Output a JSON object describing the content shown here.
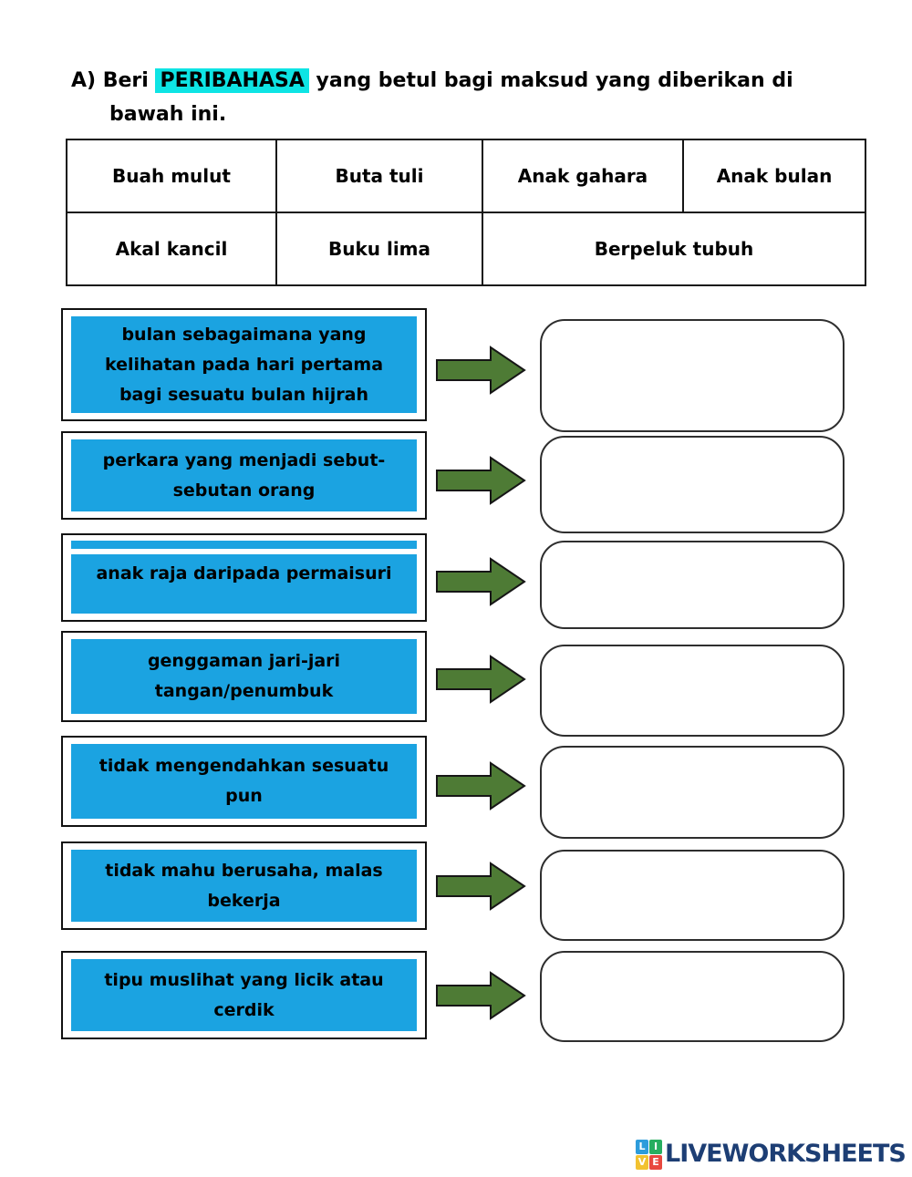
{
  "title": {
    "prefix": "A) Beri ",
    "keyword": "PERIBAHASA",
    "suffix": " yang betul bagi maksud yang diberikan di",
    "line2": "bawah ini."
  },
  "word_bank": {
    "row1": [
      "Buah mulut",
      "Buta tuli",
      "Anak gahara",
      "Anak bulan"
    ],
    "row2": [
      "Akal kancil",
      "Buku lima",
      "Berpeluk tubuh"
    ]
  },
  "definitions": [
    "bulan sebagaimana yang\nkelihatan pada hari pertama\nbagi sesuatu bulan hijrah",
    "perkara yang menjadi sebut-\nsebutan orang",
    "anak raja daripada permaisuri",
    "genggaman jari-jari\ntangan/penumbuk",
    "tidak mengendahkan sesuatu\npun",
    "tidak mahu berusaha, malas\nbekerja",
    "tipu muslihat yang licik atau\ncerdik"
  ],
  "answers": [
    "",
    "",
    "",
    "",
    "",
    "",
    ""
  ],
  "colors": {
    "highlight_cyan": "#0EE4E4",
    "definition_blue": "#1BA3E1",
    "arrow_green": "#4E7B35",
    "logo_navy": "#1D3E74"
  },
  "logo": {
    "text": "LIVEWORKSHEETS",
    "tiles": [
      {
        "letter": "L",
        "color": "#2D9CDB"
      },
      {
        "letter": "I",
        "color": "#27AE60"
      },
      {
        "letter": "V",
        "color": "#F2C230"
      },
      {
        "letter": "E",
        "color": "#E8483F"
      }
    ]
  }
}
